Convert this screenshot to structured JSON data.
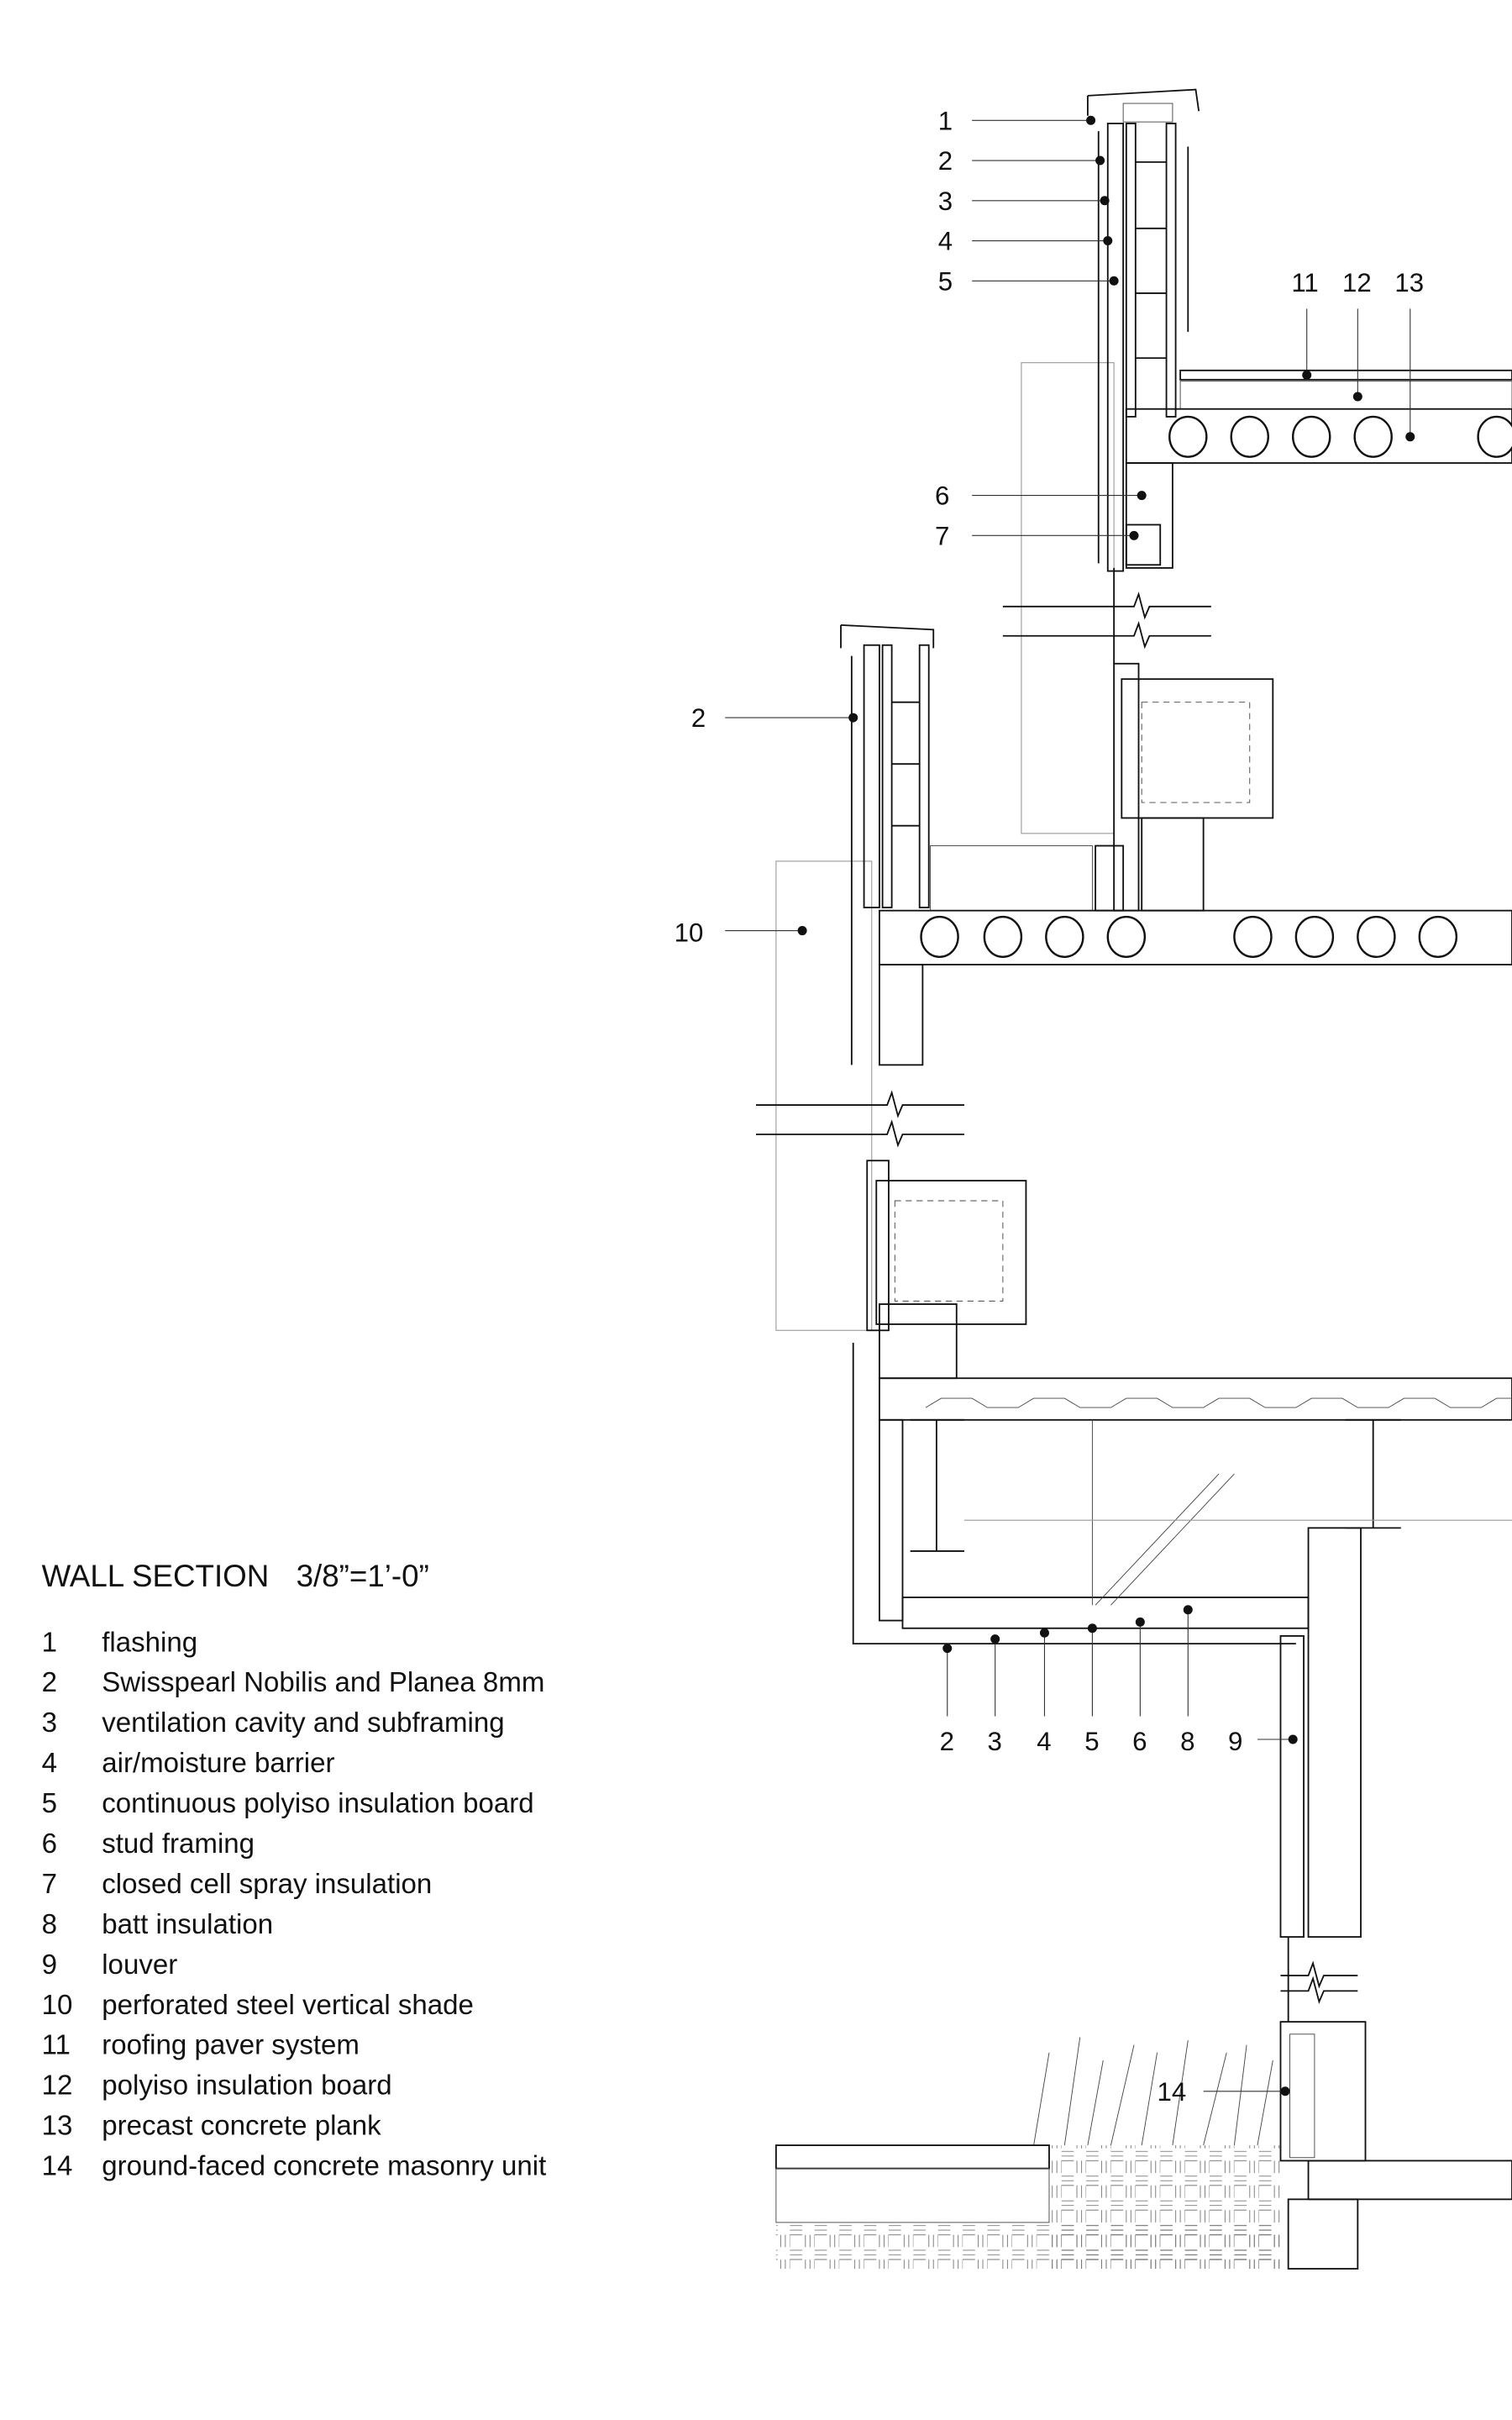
{
  "title": "WALL SECTION",
  "scale": "3/8”=1’-0”",
  "legend": [
    {
      "num": "1",
      "label": "flashing"
    },
    {
      "num": "2",
      "label": "Swisspearl Nobilis and Planea 8mm"
    },
    {
      "num": "3",
      "label": "ventilation cavity and subframing"
    },
    {
      "num": "4",
      "label": "air/moisture barrier"
    },
    {
      "num": "5",
      "label": "continuous polyiso insulation board"
    },
    {
      "num": "6",
      "label": "stud framing"
    },
    {
      "num": "7",
      "label": "closed cell spray insulation"
    },
    {
      "num": "8",
      "label": "batt insulation"
    },
    {
      "num": "9",
      "label": "louver"
    },
    {
      "num": "10",
      "label": "perforated steel vertical shade"
    },
    {
      "num": "11",
      "label": "roofing paver system"
    },
    {
      "num": "12",
      "label": "polyiso insulation board"
    },
    {
      "num": "13",
      "label": "precast concrete plank"
    },
    {
      "num": "14",
      "label": "ground-faced concrete masonry unit"
    }
  ],
  "callouts": {
    "top_left": [
      "1",
      "2",
      "3",
      "4",
      "5",
      "6",
      "7"
    ],
    "roof": [
      "11",
      "12",
      "13"
    ],
    "mid": [
      "2",
      "10"
    ],
    "soffit": [
      "2",
      "3",
      "4",
      "5",
      "6",
      "8",
      "9"
    ],
    "base": [
      "14"
    ]
  }
}
